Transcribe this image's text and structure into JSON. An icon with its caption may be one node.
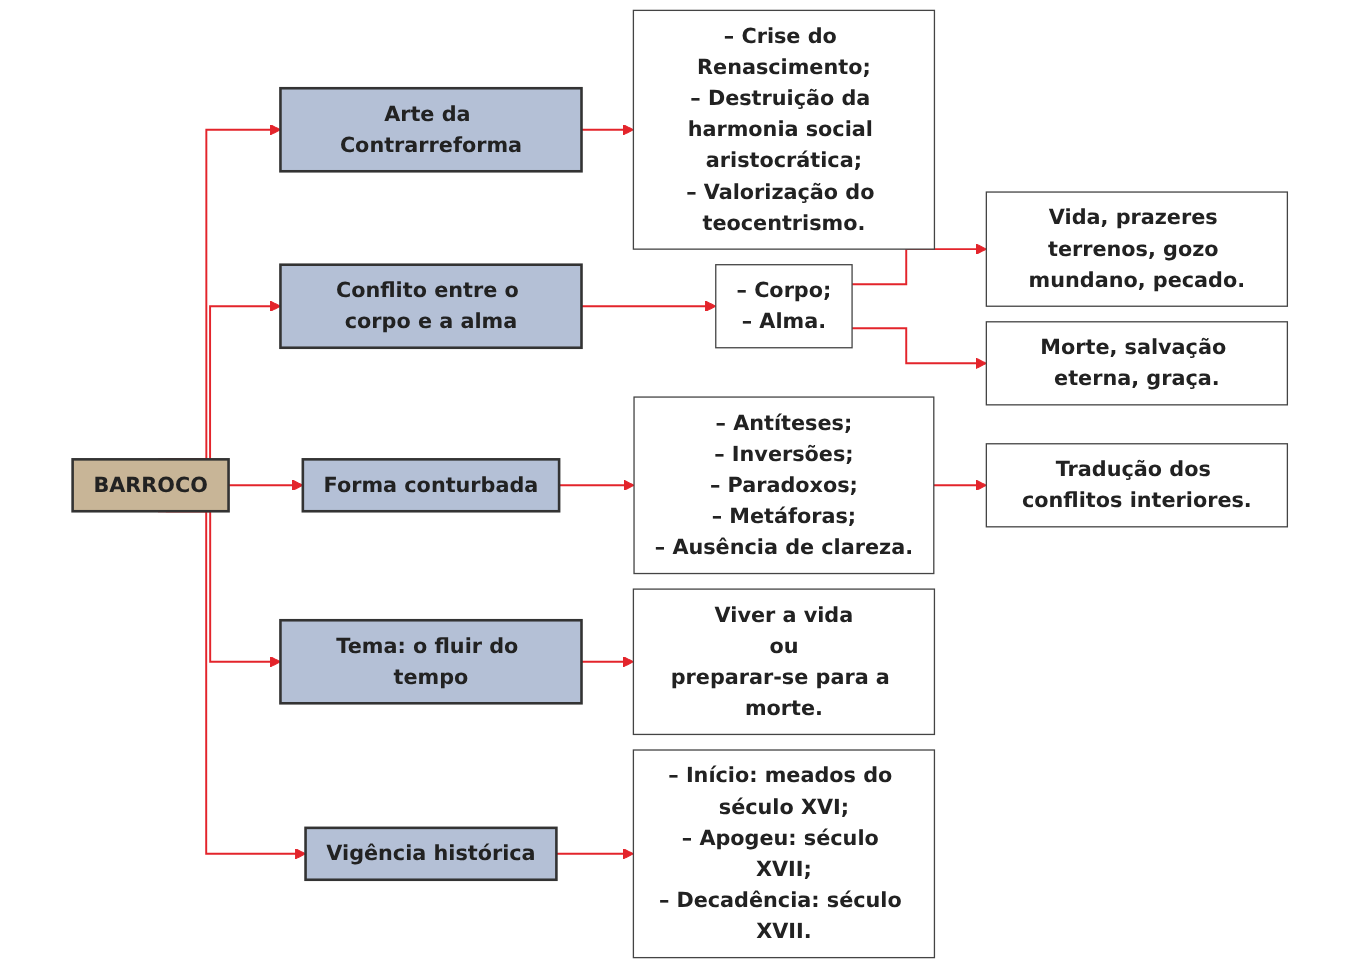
{
  "diagram": {
    "nodes": [
      {
        "text": [
          "BARROCO"
        ]
      },
      {
        "text": [
          "Arte da Contrarreforma"
        ]
      },
      {
        "text": [
          "– Crise do Renascimento;",
          "– Destruição da harmonia social aristocrática;",
          "– Valorização do teocentrismo."
        ]
      },
      {
        "text": [
          "Conflito entre o corpo e a alma"
        ]
      },
      {
        "text": [
          "– Corpo;",
          "– Alma."
        ]
      },
      {
        "text": [
          "Vida, prazeres terrenos, gozo mundano, pecado."
        ]
      },
      {
        "text": [
          "Morte, salvação eterna, graça."
        ]
      },
      {
        "text": [
          "Forma conturbada"
        ]
      },
      {
        "text": [
          "– Antíteses;",
          "– Inversões;",
          "– Paradoxos;",
          "– Metáforas;",
          "– Ausência de clareza."
        ]
      },
      {
        "text": [
          "Tradução dos conflitos interiores."
        ]
      },
      {
        "text": [
          "Tema: o fluir do tempo"
        ]
      },
      {
        "text": [
          "Viver a vida",
          "ou",
          "preparar-se para a morte."
        ]
      },
      {
        "text": [
          "Vigência histórica"
        ]
      },
      {
        "text": [
          "– Início: meados do século XVI;",
          "– Apogeu: século XVII;",
          "– Decadência: século XVII."
        ]
      }
    ],
    "edges": [
      {
        "from": 0,
        "to": 1,
        "arrow": "to"
      },
      {
        "from": 0,
        "to": 3,
        "arrow": "to"
      },
      {
        "from": 0,
        "to": 7,
        "arrow": "to"
      },
      {
        "from": 0,
        "to": 10,
        "arrow": "to"
      },
      {
        "from": 0,
        "to": 12,
        "arrow": "to"
      },
      {
        "from": 1,
        "to": 2,
        "arrow": "to"
      },
      {
        "from": 3,
        "to": 4,
        "arrow": "to"
      },
      {
        "from": 4,
        "to": 5,
        "arrow": "to"
      },
      {
        "from": 4,
        "to": 6,
        "arrow": "to"
      },
      {
        "from": 7,
        "to": 8,
        "arrow": "to"
      },
      {
        "from": 8,
        "to": 9,
        "arrow": "to"
      },
      {
        "from": 10,
        "to": 11,
        "arrow": "to"
      },
      {
        "from": 12,
        "to": 13,
        "arrow": "to"
      }
    ]
  }
}
